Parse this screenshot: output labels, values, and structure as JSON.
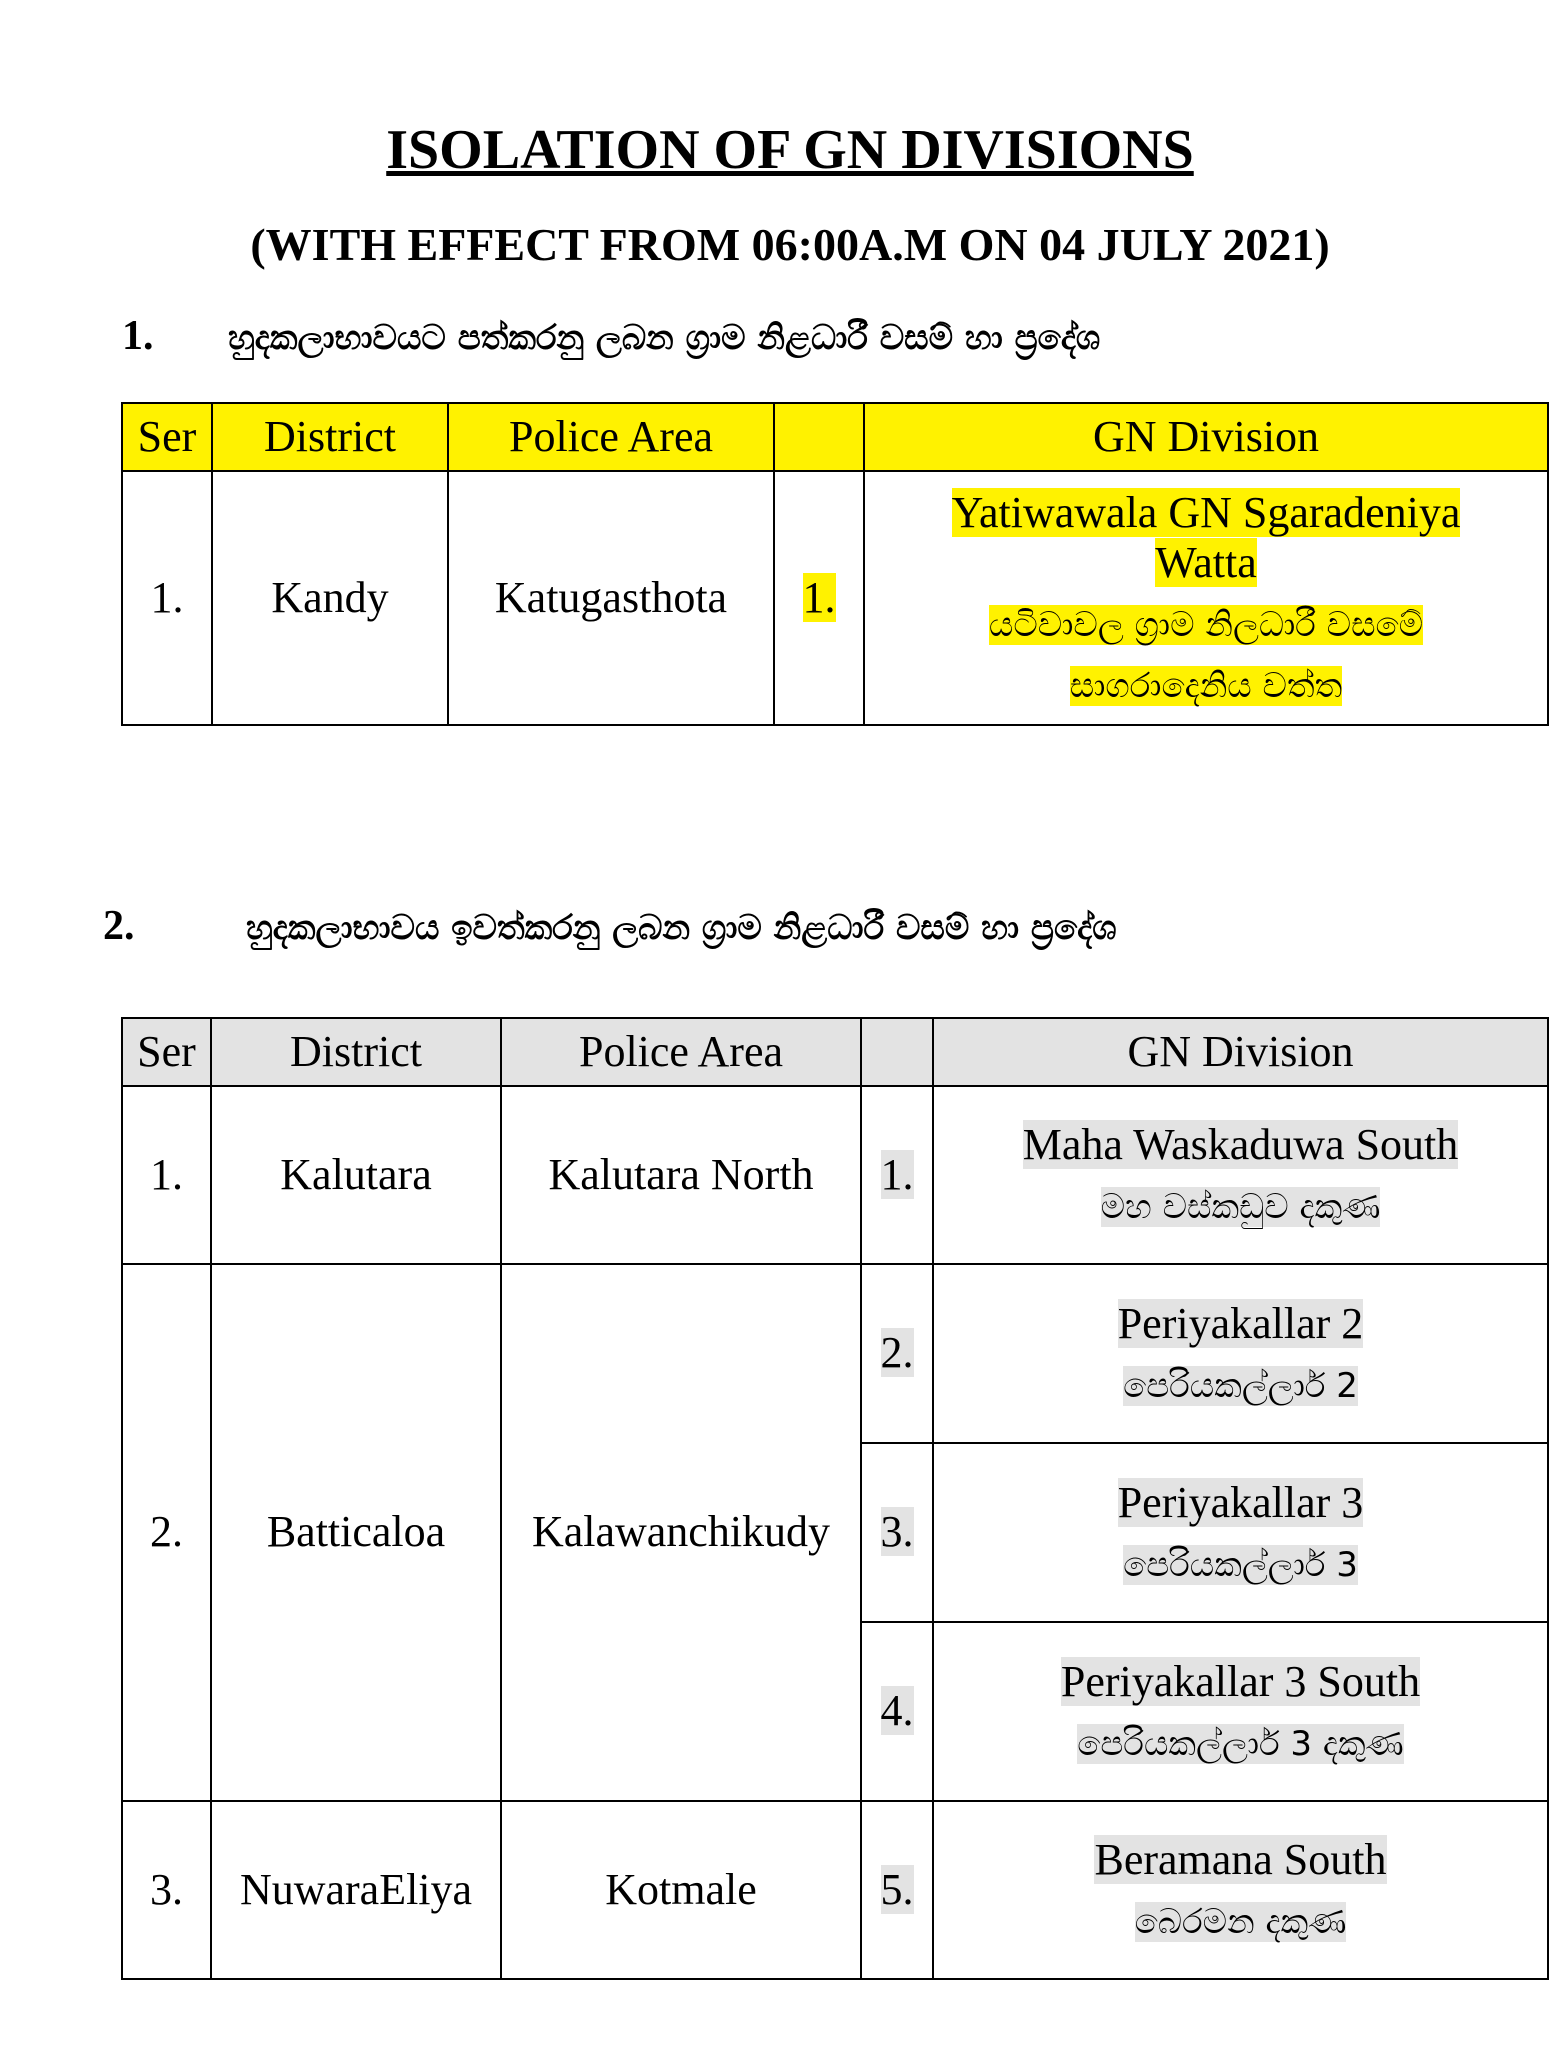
{
  "title": "ISOLATION OF GN DIVISIONS",
  "subtitle": "(WITH EFFECT FROM 06:00A.M ON 04 JULY 2021)",
  "section1": {
    "number": "1.",
    "heading": "හුදකලාභාවයට පත්කරනු ලබන ග්‍රාම නිළධාරී වසම් හා ප්‍රදේශ",
    "headers": {
      "ser": "Ser",
      "district": "District",
      "police": "Police Area",
      "idx": "",
      "gn": "GN Division"
    },
    "rows": [
      {
        "ser": "1.",
        "district": "Kandy",
        "police": "Katugasthota",
        "idx": "1.",
        "gn_line1": "Yatiwawala GN Sgaradeniya",
        "gn_line2": "Watta",
        "gn_si1": "යටිවාවල ග්‍රාම නිලධාරී වසමේ",
        "gn_si2": "සාගරාදෙනිය වත්ත"
      }
    ]
  },
  "section2": {
    "number": "2.",
    "heading": "හුදකලාභාවය ඉවත්කරනු ලබන ග්‍රාම නිළධාරී වසම් හා ප්‍රදේශ",
    "headers": {
      "ser": "Ser",
      "district": "District",
      "police": "Police Area",
      "idx": "",
      "gn": "GN Division"
    },
    "rows": [
      {
        "ser": "1.",
        "district": "Kalutara",
        "police": "Kalutara North"
      },
      {
        "ser": "2.",
        "district": "Batticaloa",
        "police": "Kalawanchikudy"
      },
      {
        "ser": "3.",
        "district": "NuwaraEliya",
        "police": "Kotmale"
      }
    ],
    "gn": [
      {
        "idx": "1.",
        "en": "Maha Waskaduwa South",
        "si": "මහ වස්කඩුව දකුණ"
      },
      {
        "idx": "2.",
        "en": "Periyakallar 2",
        "si": "පෙරියකල්ලාර් 2"
      },
      {
        "idx": "3.",
        "en": "Periyakallar 3",
        "si": "පෙරියකල්ලාර් 3"
      },
      {
        "idx": "4.",
        "en": "Periyakallar 3 South",
        "si": "පෙරියකල්ලාර් 3 දකුණ"
      },
      {
        "idx": "5.",
        "en": "Beramana South",
        "si": "බෙරමන දකුණ"
      }
    ]
  }
}
